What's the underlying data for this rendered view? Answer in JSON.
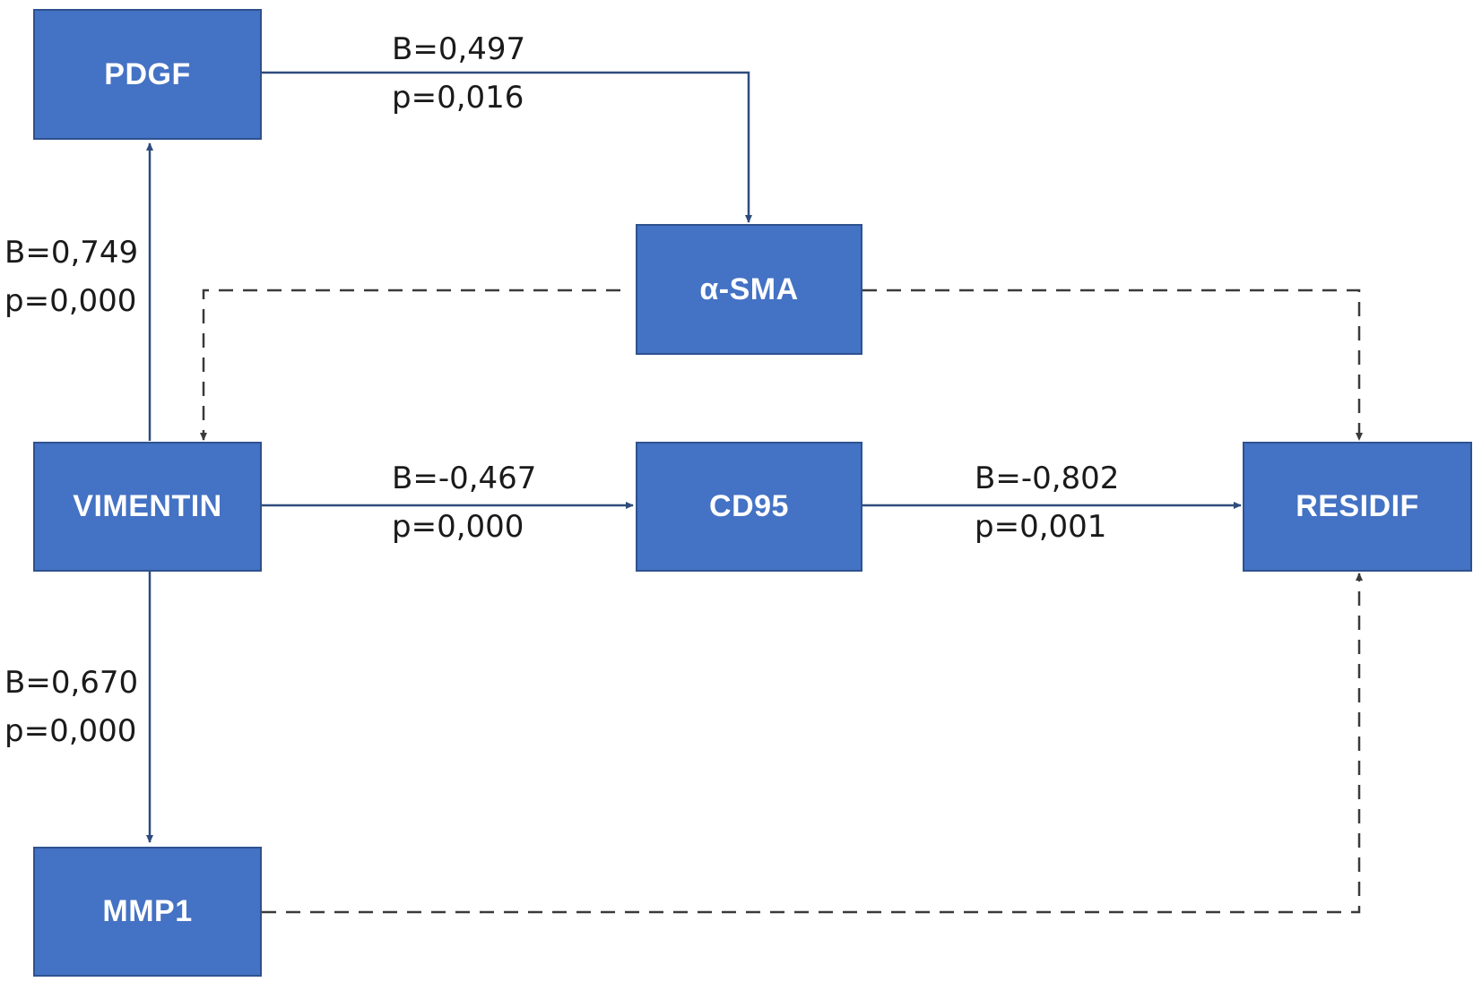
{
  "colors": {
    "node_fill": "#4472C4",
    "node_border": "#2F528F",
    "node_text": "#ffffff",
    "edge": "#2F4B7C",
    "dashed_edge": "#3a3a3a"
  },
  "nodes": {
    "pdgf": "PDGF",
    "asma": "α-SMA",
    "vimentin": "VIMENTIN",
    "cd95": "CD95",
    "residif": "RESIDIF",
    "mmp1": "MMP1"
  },
  "edges": {
    "pdgf_asma": {
      "b": "B=0,497",
      "p": "p=0,016"
    },
    "vimentin_pdgf": {
      "b": "B=0,749",
      "p": "p=0,000"
    },
    "vimentin_cd95": {
      "b": "B=-0,467",
      "p": "p=0,000"
    },
    "cd95_residif": {
      "b": "B=-0,802",
      "p": "p=0,001"
    },
    "vimentin_mmp1": {
      "b": "B=0,670",
      "p": "p=0,000"
    }
  }
}
